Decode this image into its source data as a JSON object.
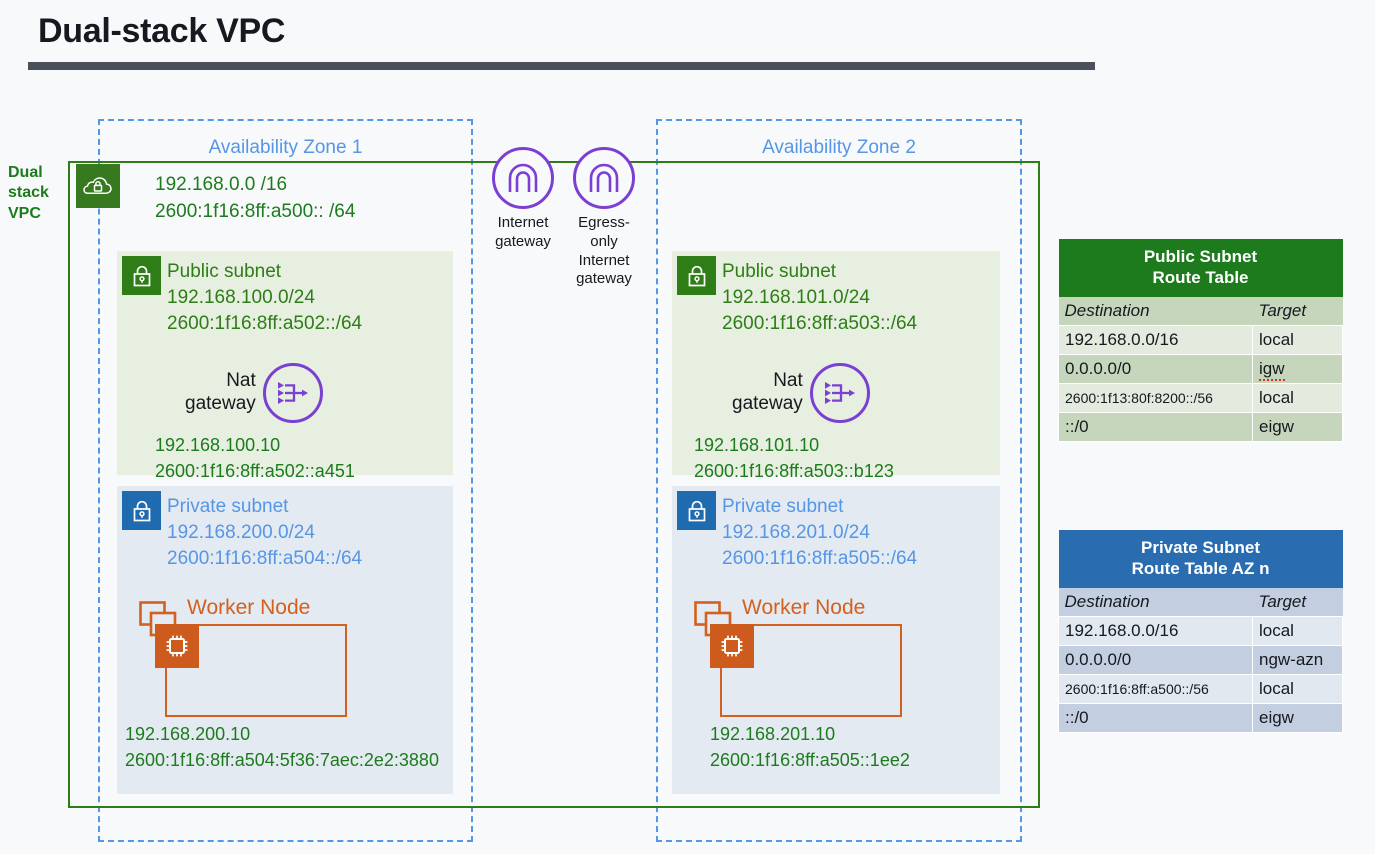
{
  "title": "Dual-stack VPC",
  "vpc": {
    "label": "Dual stack VPC",
    "label_lines": [
      "Dual",
      "stack",
      "VPC"
    ],
    "icon": "vpc-cloud-lock-icon",
    "cidr_ipv4": "192.168.0.0 /16",
    "cidr_ipv6": "2600:1f16:8ff:a500:: /64",
    "color": "#2e7d17"
  },
  "gateways": [
    {
      "id": "internet-gateway",
      "label_lines": [
        "Internet",
        "gateway"
      ],
      "icon": "internet-gateway-icon"
    },
    {
      "id": "egress-only-internet-gateway",
      "label_lines": [
        "Egress-only",
        "Internet",
        "gateway"
      ],
      "icon": "egress-only-internet-gateway-icon"
    }
  ],
  "availability_zones": [
    {
      "title": "Availability Zone 1",
      "public_subnet": {
        "name": "Public subnet",
        "cidr_ipv4": "192.168.100.0/24",
        "cidr_ipv6": "2600:1f16:8ff:a502::/64",
        "nat_gateway": {
          "label_lines": [
            "Nat",
            "gateway"
          ],
          "icon": "nat-gateway-icon",
          "ipv4": "192.168.100.10",
          "ipv6": "2600:1f16:8ff:a502::a451"
        }
      },
      "private_subnet": {
        "name": "Private subnet",
        "cidr_ipv4": "192.168.200.0/24",
        "cidr_ipv6": "2600:1f16:8ff:a504::/64",
        "worker_node": {
          "label": "Worker Node",
          "icon": "worker-node-icon",
          "ipv4": "192.168.200.10",
          "ipv6": "2600:1f16:8ff:a504:5f36:7aec:2e2:3880"
        }
      }
    },
    {
      "title": "Availability Zone 2",
      "public_subnet": {
        "name": "Public subnet",
        "cidr_ipv4": "192.168.101.0/24",
        "cidr_ipv6": "2600:1f16:8ff:a503::/64",
        "nat_gateway": {
          "label_lines": [
            "Nat",
            "gateway"
          ],
          "icon": "nat-gateway-icon",
          "ipv4": "192.168.101.10",
          "ipv6": "2600:1f16:8ff:a503::b123"
        }
      },
      "private_subnet": {
        "name": "Private subnet",
        "cidr_ipv4": "192.168.201.0/24",
        "cidr_ipv6": "2600:1f16:8ff:a505::/64",
        "worker_node": {
          "label": "Worker Node",
          "icon": "worker-node-icon",
          "ipv4": "192.168.201.10",
          "ipv6": "2600:1f16:8ff:a505::1ee2"
        }
      }
    }
  ],
  "route_tables": [
    {
      "id": "public-subnet-route-table",
      "title_lines": [
        "Public Subnet",
        "Route Table"
      ],
      "header_color": "#1d7b1d",
      "columns": [
        "Destination",
        "Target"
      ],
      "rows": [
        {
          "destination": "192.168.0.0/16",
          "target": "local"
        },
        {
          "destination": "0.0.0.0/0",
          "target": "igw"
        },
        {
          "destination": "2600:1f13:80f:8200::/56",
          "target": "local"
        },
        {
          "destination": "::/0",
          "target": "eigw"
        }
      ]
    },
    {
      "id": "private-subnet-route-table",
      "title_lines": [
        "Private Subnet",
        "Route Table AZ n"
      ],
      "header_color": "#2a6cb0",
      "columns": [
        "Destination",
        "Target"
      ],
      "rows": [
        {
          "destination": "192.168.0.0/16",
          "target": "local"
        },
        {
          "destination": "0.0.0.0/0",
          "target": "ngw-azn"
        },
        {
          "destination": "2600:1f16:8ff:a500::/56",
          "target": "local"
        },
        {
          "destination": "::/0",
          "target": "eigw"
        }
      ]
    }
  ]
}
